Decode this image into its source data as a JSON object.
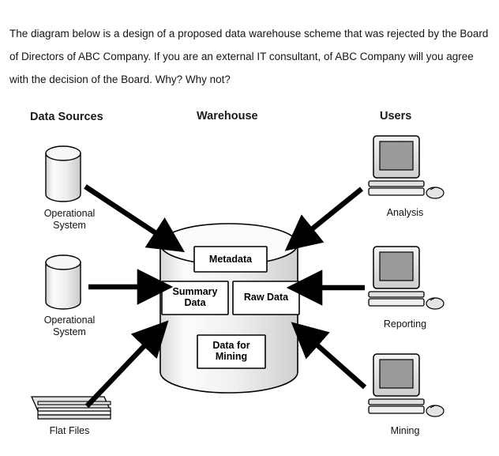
{
  "question": {
    "text": "The diagram below is a design of a proposed data warehouse scheme that was rejected by the Board of Directors of ABC Company. If you are an external IT consultant, of ABC Company will you agree with the decision of the Board. Why? Why not?"
  },
  "diagram": {
    "headings": {
      "sources": "Data Sources",
      "warehouse": "Warehouse",
      "users": "Users"
    },
    "sources": [
      {
        "label": "Operational\nSystem",
        "icon": "database-cylinder-icon"
      },
      {
        "label": "Operational\nSystem",
        "icon": "database-cylinder-icon"
      },
      {
        "label": "Flat Files",
        "icon": "flat-files-icon"
      }
    ],
    "warehouse_components": [
      {
        "label": "Metadata"
      },
      {
        "label": "Summary\nData"
      },
      {
        "label": "Raw Data"
      },
      {
        "label": "Data for\nMining"
      }
    ],
    "users": [
      {
        "label": "Analysis",
        "icon": "desktop-computer-icon"
      },
      {
        "label": "Reporting",
        "icon": "desktop-computer-icon"
      },
      {
        "label": "Mining",
        "icon": "desktop-computer-icon"
      }
    ],
    "colors": {
      "outline": "#000000",
      "cylinder_fill": "#e8e8e8",
      "box_fill": "#ffffff",
      "screen_fill": "#9a9a9a",
      "arrow": "#000000"
    }
  }
}
